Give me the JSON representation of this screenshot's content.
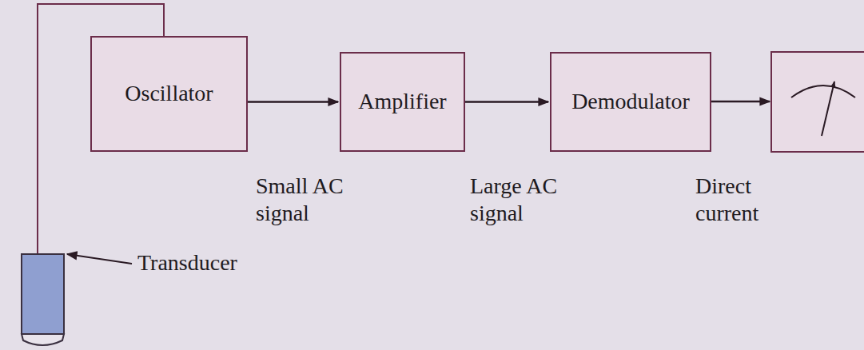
{
  "diagram": {
    "nodes": [
      {
        "text": [
          "Oscillator"
        ]
      },
      {
        "text": [
          "Amplifier"
        ]
      },
      {
        "text": [
          "Demodulator"
        ]
      }
    ],
    "edges": [
      {
        "from": 0,
        "to": 1,
        "arrow": "to"
      },
      {
        "from": 1,
        "to": 2,
        "arrow": "to"
      }
    ],
    "labels": [
      "Small AC signal",
      "Large AC signal",
      "Direct current",
      "Transducer"
    ]
  }
}
